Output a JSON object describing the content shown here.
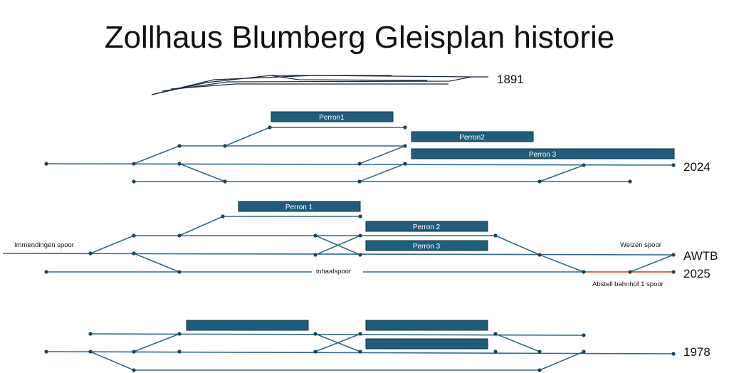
{
  "title": "Zollhaus Blumberg Gleisplan historie",
  "years": {
    "y1891": "1891",
    "y2024": "2024",
    "awtb": "AWTB",
    "y2025": "2025",
    "y1978": "1978"
  },
  "platforms_2024": [
    "Perron1",
    "Perron2",
    "Perron 3"
  ],
  "platforms_2025": [
    "Perron 1",
    "Perron 2",
    "Perron 3"
  ],
  "labels": {
    "immendingen": "Immendingen spoor",
    "weizen": "Weizen spoor",
    "inhaalspoor": "inhaalspoor",
    "abstell": "Abstell bahnhof 1  spoor"
  },
  "colors": {
    "track": "#2f6a87",
    "platform": "#1f5d7d",
    "highlight": "#d6302b"
  }
}
